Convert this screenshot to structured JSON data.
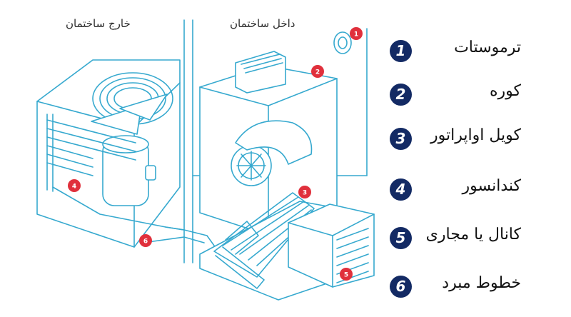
{
  "regions": {
    "outside_label": "خارج ساختمان",
    "inside_label": "داخل ساختمان"
  },
  "markers": [
    "1",
    "2",
    "3",
    "4",
    "5",
    "6"
  ],
  "legend": [
    {
      "number": "1",
      "label": "ترموستات"
    },
    {
      "number": "2",
      "label": "کوره"
    },
    {
      "number": "3",
      "label": "کویل اواپراتور"
    },
    {
      "number": "4",
      "label": "کندانسور"
    },
    {
      "number": "5",
      "label": "کانال یا مجاری"
    },
    {
      "number": "6",
      "label": "خطوط مبرد"
    }
  ],
  "colors": {
    "line": "#36a9cf",
    "marker": "#e0303c",
    "legend_badge": "#132a64"
  }
}
